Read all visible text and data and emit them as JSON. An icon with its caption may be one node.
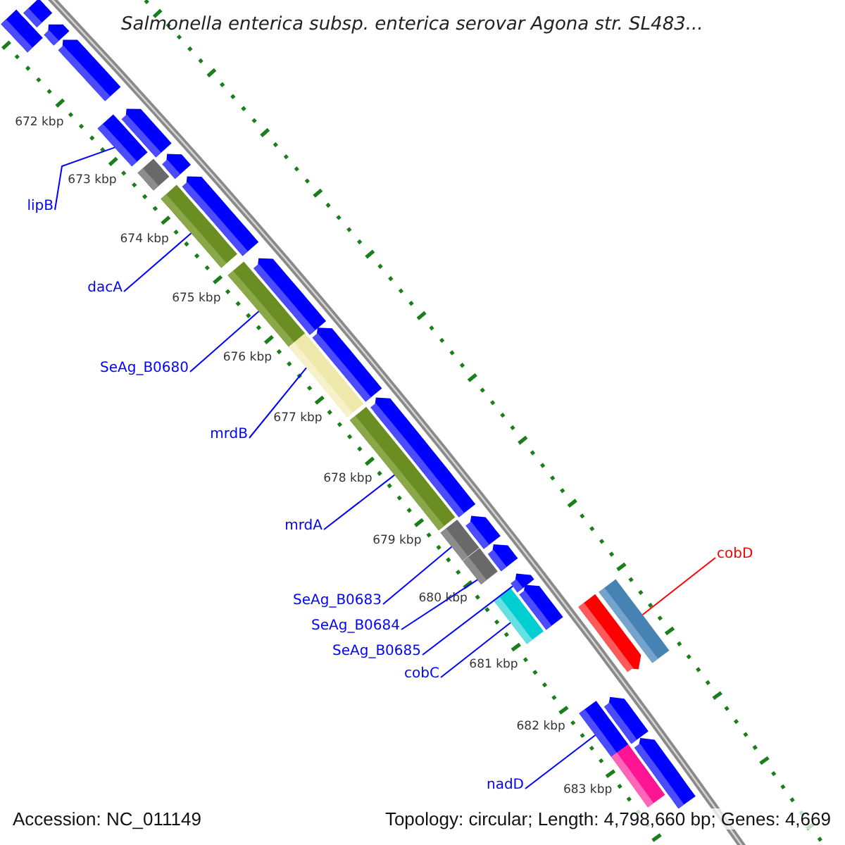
{
  "diagram": {
    "title": "Salmonella enterica subsp. enterica serovar Agona str. SL483...",
    "nodes": [
      {
        "text": [
          "lipB"
        ]
      },
      {
        "text": [
          "dacA"
        ]
      },
      {
        "text": [
          "SeAg_B0680"
        ]
      },
      {
        "text": [
          "mrdB"
        ]
      },
      {
        "text": [
          "mrdA"
        ]
      },
      {
        "text": [
          "cobD"
        ]
      },
      {
        "text": [
          "SeAg_B0683"
        ]
      },
      {
        "text": [
          "SeAg_B0684"
        ]
      },
      {
        "text": [
          "SeAg_B0685"
        ]
      },
      {
        "text": [
          "cobC"
        ]
      },
      {
        "text": [
          "nadD"
        ]
      },
      {
        "text": [],
        "shape": "bar"
      },
      {
        "text": [],
        "shape": "bar"
      },
      {
        "text": [],
        "shape": "bar"
      },
      {
        "text": [],
        "shape": "bar"
      },
      {
        "text": [],
        "shape": "bar"
      },
      {
        "text": [],
        "shape": "bar"
      },
      {
        "text": [],
        "shape": "bar"
      },
      {
        "text": [],
        "shape": "bar"
      },
      {
        "text": [],
        "shape": "bar"
      },
      {
        "text": [],
        "shape": "bar"
      },
      {
        "text": [],
        "shape": "bar"
      },
      {
        "text": [],
        "shape": "bar"
      },
      {
        "text": [],
        "shape": "bar"
      },
      {
        "text": [],
        "shape": "bar"
      },
      {
        "text": [],
        "shape": "bar"
      },
      {
        "text": [],
        "shape": "bar"
      },
      {
        "text": [],
        "shape": "bar"
      },
      {
        "text": [],
        "shape": "bar"
      },
      {
        "text": [],
        "shape": "bar"
      },
      {
        "text": [],
        "shape": "bar"
      },
      {
        "text": [],
        "shape": "bar"
      },
      {
        "text": [],
        "shape": "bar"
      },
      {
        "text": [],
        "shape": "bar"
      },
      {
        "text": [],
        "shape": "bar"
      },
      {
        "text": [],
        "shape": "bar"
      },
      {
        "text": [],
        "shape": "bar"
      },
      {
        "text": [],
        "shape": "bar"
      },
      {
        "text": [],
        "shape": "bar"
      },
      {
        "text": [],
        "shape": "bar"
      }
    ],
    "edges": [
      {
        "from": 0,
        "to": 16,
        "arrow": "none"
      },
      {
        "from": 1,
        "to": 20,
        "arrow": "none"
      },
      {
        "from": 2,
        "to": 22,
        "arrow": "none"
      },
      {
        "from": 3,
        "to": 24,
        "arrow": "none"
      },
      {
        "from": 4,
        "to": 26,
        "arrow": "none"
      },
      {
        "from": 5,
        "to": 34,
        "arrow": "none",
        "color": "#ff0000"
      },
      {
        "from": 6,
        "to": 28,
        "arrow": "none"
      },
      {
        "from": 7,
        "to": 30,
        "arrow": "none"
      },
      {
        "from": 8,
        "to": 31,
        "arrow": "none"
      },
      {
        "from": 9,
        "to": 33,
        "arrow": "none"
      },
      {
        "from": 10,
        "to": 37,
        "arrow": "none"
      }
    ],
    "labels": [
      "672 kbp",
      "673 kbp",
      "674 kbp",
      "675 kbp",
      "676 kbp",
      "677 kbp",
      "678 kbp",
      "679 kbp",
      "680 kbp",
      "681 kbp",
      "682 kbp",
      "683 kbp",
      "Accession: NC_011149",
      "Topology: circular; Length: 4,798,660 bp; Genes: 4,669"
    ]
  }
}
